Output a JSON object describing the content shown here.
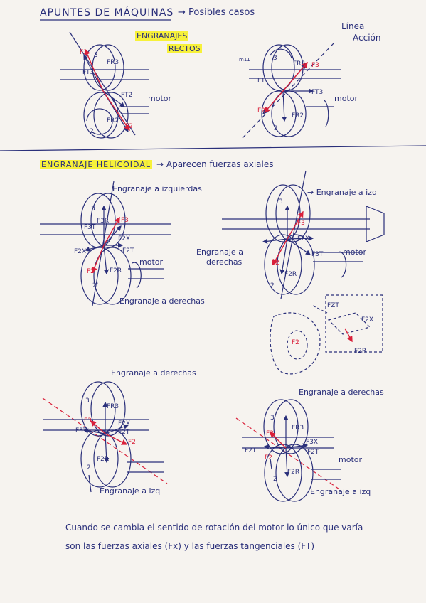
{
  "header": {
    "title": "APUNTES DE MÁQUINAS",
    "subtitle": "→ Posibles casos"
  },
  "section1": {
    "highlight_line1": "ENGRANAJES",
    "highlight_line2": "RECTOS",
    "label_linea": "Línea",
    "label_accion": "Acción",
    "label_motor_left": "motor",
    "label_motor_right": "motor",
    "left": {
      "F3": "F3",
      "FR3": "FR3",
      "FT3": "FT3",
      "FT2": "FT2",
      "FR2": "FR2",
      "F2": "F2",
      "n2": "2",
      "n3": "3"
    },
    "right": {
      "F3": "F3",
      "FR3": "FR3",
      "FT1": "FT1",
      "FT3": "FT3",
      "F2": "F2",
      "FR2": "FR2",
      "n2": "2",
      "n3": "3",
      "small": "m11"
    }
  },
  "section2": {
    "title": "ENGRANAJE HELICOIDAL",
    "subtitle": "→ Aparecen fuerzas axiales",
    "left_top_label": "Engranaje a izquierdas",
    "left_bottom_label": "Engranaje a derechas",
    "left_motor": "motor",
    "right_top_label": "→ Engranaje a izq",
    "right_mid_label_1": "Engranaje a",
    "right_mid_label_2": "derechas",
    "right_motor": "motor",
    "left": {
      "F3": "F3",
      "F3R": "F3R",
      "F3T": "F3T",
      "F2X": "F2X",
      "F2X_b": "F2X",
      "F2T": "F2T",
      "F2": "F2",
      "F2R": "F2R",
      "n2": "2'",
      "n3": "3"
    },
    "right": {
      "F3": "F3",
      "F2X": "F2X",
      "F3T": "F3T",
      "F2": "F2",
      "F2R": "F2R",
      "n3": "3",
      "n2": "2",
      "FZT": "FZT",
      "F2X_d": "F2X",
      "F2R_d": "F2R",
      "F2_d": "F2"
    }
  },
  "section3": {
    "left_top_label": "Engranaje a derechas",
    "left_bottom_label": "Engranaje a izq",
    "right_top_label": "Engranaje a derechas",
    "right_bottom_label": "Engranaje a izq",
    "right_motor": "motor",
    "left": {
      "F3": "F3",
      "FR3": "FR3",
      "F2X": "F2X",
      "F2T": "F2T",
      "F2": "F2",
      "F2R": "F2R",
      "F3T": "F3T",
      "n3": "3",
      "n2": "2"
    },
    "right": {
      "F3": "F3",
      "FR3": "FR3",
      "F3X": "F3X",
      "F2T": "F2T",
      "F2T_b": "F2T",
      "F2": "F2",
      "F2R": "F2R",
      "n3": "3",
      "n2": "2"
    }
  },
  "footer": {
    "line1": "Cuando se cambia el sentido de rotación del motor lo único que varía",
    "line2": "son las fuerzas axiales (Fx) y las fuerzas tangenciales (FT)"
  },
  "colors": {
    "ink": "#2a2f7a",
    "red": "#d9203a",
    "highlight": "#f7f13a",
    "paper": "#f6f3ef"
  }
}
